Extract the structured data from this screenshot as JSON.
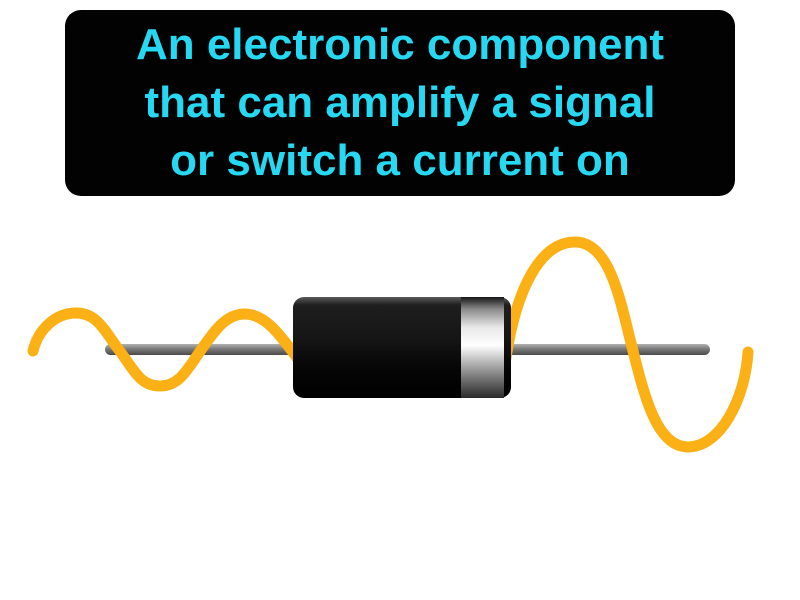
{
  "definition_card": {
    "line1": "An electronic component",
    "line2": "that can amplify a signal",
    "line3": "or switch a current on",
    "text_color": "#26d8f2",
    "card_background": "#020202"
  },
  "illustration": {
    "description": "Transistor amplification diagram: small input sine wave on left lead, component body, large output sine wave on right lead",
    "wave_color": "#fbb116",
    "wire_color": "#7a7a7a",
    "component_body_color": "#0a0a0a",
    "component_band_color": "#e8e8e8"
  },
  "page": {
    "background": "#ffffff"
  }
}
